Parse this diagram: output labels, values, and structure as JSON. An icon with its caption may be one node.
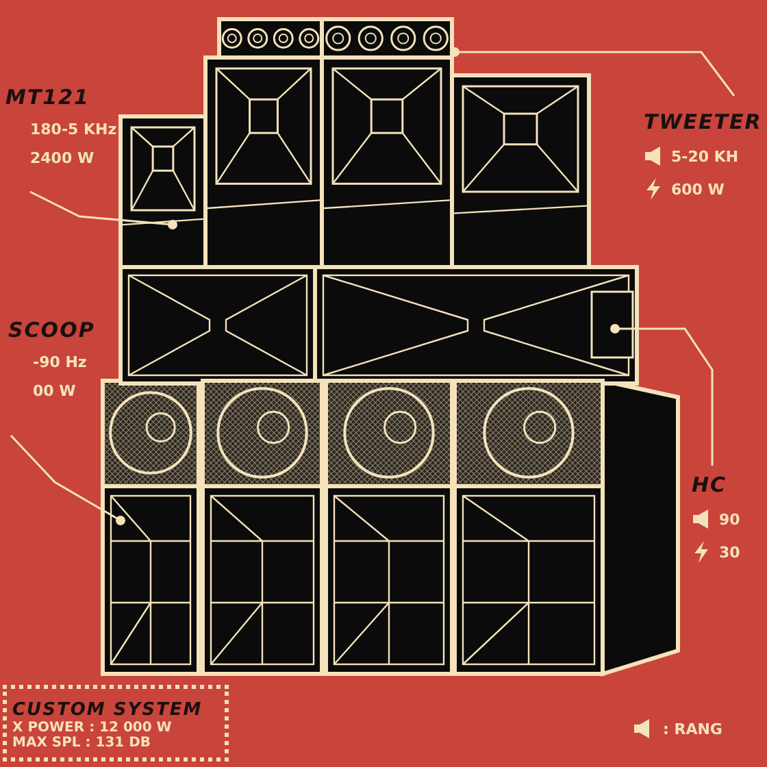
{
  "diagram": {
    "nodes": [
      {
        "text": [
          "MT121",
          "180-5 KHz",
          "2400 W"
        ]
      },
      {
        "text": [],
        "shape": "picture"
      },
      {
        "text": [
          "TWEETER",
          "5-20 KH",
          "600 W"
        ]
      },
      {
        "text": [],
        "shape": "picture"
      },
      {
        "text": [
          "SCOOP",
          "-90 Hz",
          "00 W"
        ]
      },
      {
        "text": [],
        "shape": "picture"
      },
      {
        "text": [
          "HC",
          "90",
          "30"
        ]
      },
      {
        "text": [],
        "shape": "picture"
      },
      {
        "text": [
          "CUSTOM SYSTEM",
          "X POWER : 12 000 W",
          "MAX SPL : 131 DB"
        ]
      },
      {
        "text": [],
        "shape": "picture"
      },
      {
        "text": [],
        "shape": "picture"
      },
      {
        "text": [],
        "shape": "picture"
      },
      {
        "text": [],
        "shape": "picture"
      },
      {
        "text": [],
        "shape": "picture"
      },
      {
        "text": [],
        "shape": "picture"
      },
      {
        "text": [],
        "shape": "picture"
      }
    ],
    "edges": [
      {
        "from": 0,
        "to": 1,
        "arrow": "other"
      },
      {
        "from": 2,
        "to": 3,
        "arrow": "other"
      },
      {
        "from": 4,
        "to": 5,
        "arrow": "other"
      },
      {
        "from": 6,
        "to": 7,
        "arrow": "other"
      }
    ],
    "labels": [
      ": RANG"
    ]
  }
}
